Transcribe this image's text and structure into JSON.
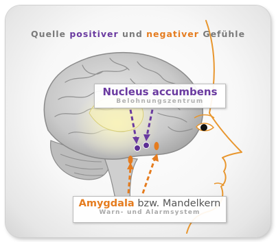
{
  "title": {
    "part1": "Quelle",
    "positive": "positiver",
    "part2": "und",
    "negative": "negativer",
    "part3": "Gefühle"
  },
  "nucleus": {
    "name": "Nucleus accumbens",
    "description": "Belohnungszentrum"
  },
  "amygdala": {
    "name": "Amygdala",
    "alt_name": "bzw. Mandelkern",
    "description": "Warn- und Alarmsystem"
  },
  "colors": {
    "positive": "#6a3aa0",
    "negative": "#e57c1f",
    "face_outline": "#e8962e",
    "brain": "#9a9a9a"
  }
}
